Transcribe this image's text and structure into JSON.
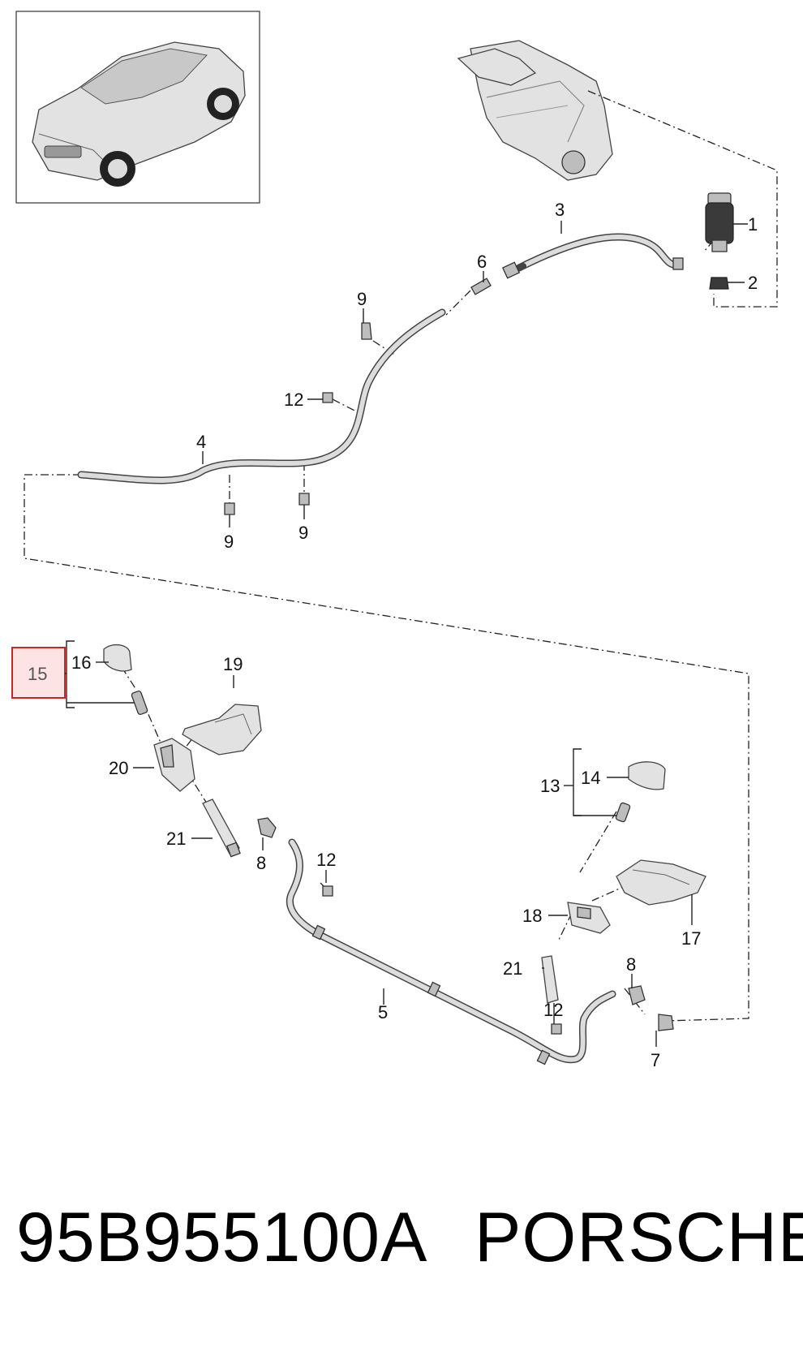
{
  "callouts": {
    "c1": "1",
    "c2": "2",
    "c3": "3",
    "c4": "4",
    "c5": "5",
    "c6": "6",
    "c7": "7",
    "c8a": "8",
    "c8b": "8",
    "c9a": "9",
    "c9b": "9",
    "c9c": "9",
    "c12a": "12",
    "c12b": "12",
    "c12c": "12",
    "c13": "13",
    "c14": "14",
    "c15": "15",
    "c16": "16",
    "c17": "17",
    "c18": "18",
    "c19": "19",
    "c20": "20",
    "c21a": "21",
    "c21b": "21"
  },
  "footer": {
    "part_number": "95B955100A",
    "brand": "PORSCHE"
  },
  "colors": {
    "highlight_border": "#c62828",
    "highlight_fill": "#fde3e3",
    "line": "#222222",
    "part_fill": "#e2e2e2"
  }
}
